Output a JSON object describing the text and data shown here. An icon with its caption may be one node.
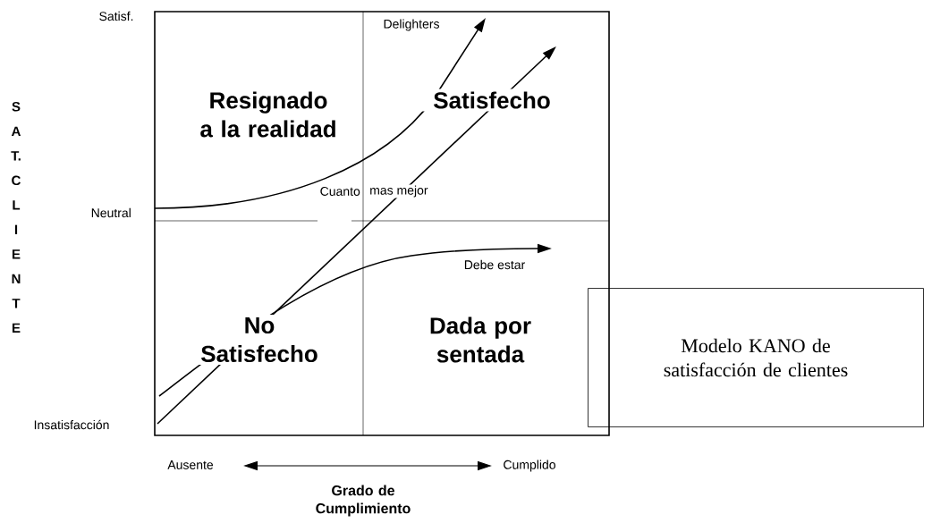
{
  "diagram": {
    "nodes": [
      {
        "text": [
          "Modelo KANO de satisfacción de clientes"
        ]
      }
    ],
    "labels": [
      "Satisf.",
      "Delighters",
      "SAT. CLIENTE",
      "Resignado a la realidad",
      "Satisfecho",
      "Cuanto",
      "mas mejor",
      "Neutral",
      "Debe estar",
      "No Satisfecho",
      "Dada por sentada",
      "Insatisfacción",
      "Ausente",
      "Cumplido",
      "Grado de Cumplimiento"
    ]
  }
}
